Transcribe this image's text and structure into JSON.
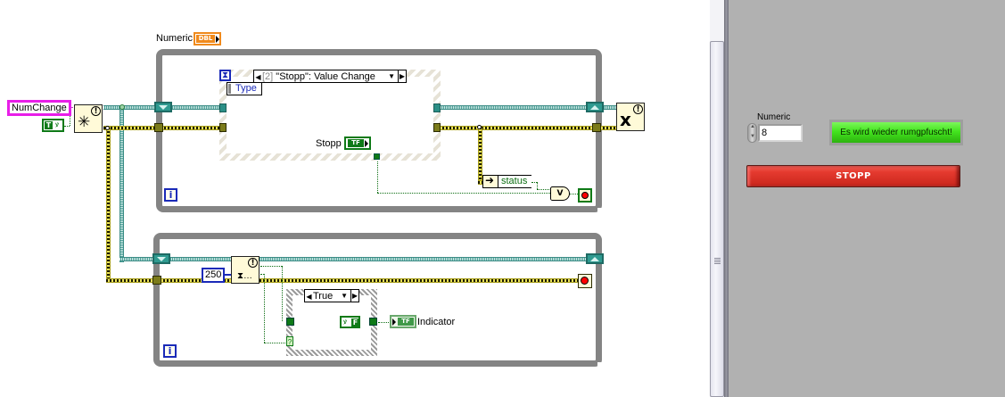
{
  "block_diagram": {
    "numeric_label": "Numeric",
    "numeric_terminal_type": "DBL",
    "event_constant": "NumChange",
    "bool_true_constant": "T",
    "bool_false_constant": "F",
    "event_case_selector": {
      "index": "[2]",
      "label": "\"Stopp\": Value Change"
    },
    "event_data_node_field": "Type",
    "stopp_terminal_label": "Stopp",
    "stopp_terminal_type": "TF",
    "unbundle_field": "status",
    "or_gate_symbol": "V",
    "wait_ms_constant": "250",
    "case_selector_value": "True",
    "indicator_label": "Indicator",
    "indicator_type": "TF",
    "loop_iteration_symbol": "i",
    "case_selector_terminal": "?"
  },
  "front_panel": {
    "numeric_control": {
      "label": "Numeric",
      "value": "8"
    },
    "string_indicator": {
      "value": "Es wird wieder rumgpfuscht!"
    },
    "stop_button": {
      "label": "STOPP"
    }
  },
  "colors": {
    "error_wire": "#ece25a",
    "ref_wire": "#4c9f97",
    "bool_wire": "#0e6e14",
    "loop_border": "#848484",
    "front_panel_bg": "#b1b1b1",
    "stop_button": "#e53a2f",
    "led_green": "#43e41f",
    "event_const_border": "#e81ee8",
    "numeric_const_border": "#1a2ab8",
    "dbl_terminal": "#f08a1c"
  }
}
